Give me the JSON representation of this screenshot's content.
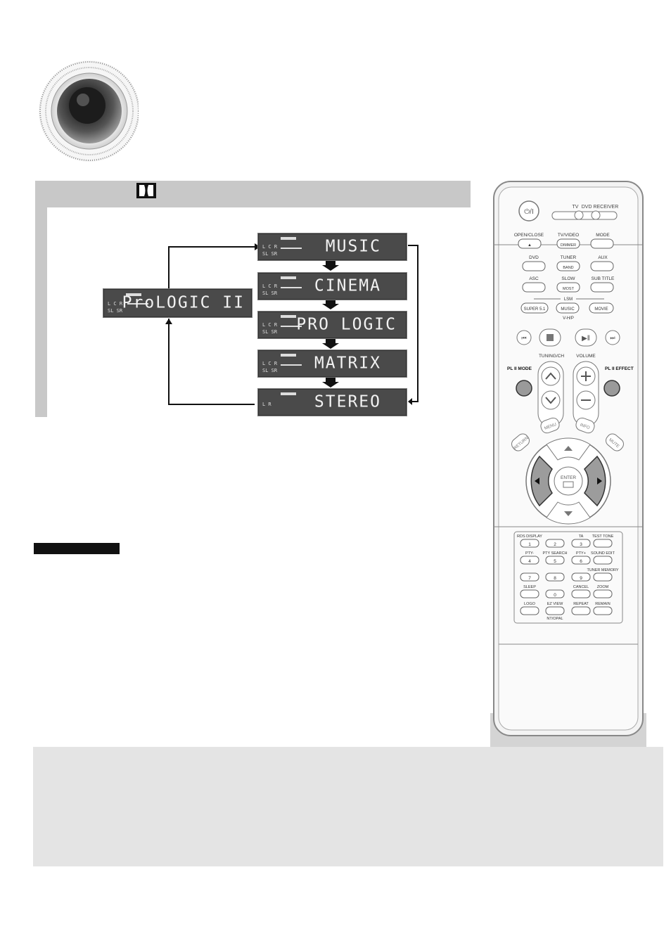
{
  "flow": {
    "source": "ProLOGIC II",
    "modes": [
      "MUSIC",
      "CINEMA",
      "PRO LOGIC",
      "MATRIX",
      "STEREO"
    ]
  },
  "remote": {
    "top_row": {
      "power": "⏻/I",
      "tv": "TV",
      "dvd_receiver": "DVD RECEIVER"
    },
    "row1": [
      "OPEN/CLOSE",
      "TV/VIDEO",
      "MODE"
    ],
    "row1_sub": [
      "▲",
      "DIMMER",
      ""
    ],
    "row2": [
      "DVD",
      "TUNER",
      "AUX"
    ],
    "row2_sub": [
      "",
      "BAND",
      ""
    ],
    "row3": [
      "ASC",
      "SLOW",
      "SUB TITLE"
    ],
    "row3_sub": [
      "",
      "MOST",
      ""
    ],
    "lsm_label": "LSM",
    "row4": [
      "SUPER 5.1",
      "MUSIC",
      "MOVIE"
    ],
    "vhp": "V-H/P",
    "tuning_label": "TUNING/CH",
    "volume_label": "VOLUME",
    "pl_mode": "PL II MODE",
    "pl_effect": "PL II EFFECT",
    "menu": "MENU",
    "info": "INFO",
    "return": "RETURN",
    "mute": "MUTE",
    "enter": "ENTER",
    "keypad": {
      "row1": [
        "RDS DISPLAY",
        "TA",
        "TEST TONE"
      ],
      "row2": [
        "PTY-",
        "PTY SEARCH",
        "PTY+",
        "SOUND EDIT"
      ],
      "row3": [
        "TUNER MEMORY"
      ],
      "row4": [
        "SLEEP",
        "CANCEL",
        "ZOOM"
      ],
      "row5": [
        "LOGO",
        "EZ VIEW",
        "REPEAT",
        "REMAIN"
      ],
      "row5_sub": "NT/OPAL",
      "digits": [
        "1",
        "2",
        "3",
        "4",
        "5",
        "6",
        "7",
        "8",
        "9",
        "0"
      ]
    }
  }
}
